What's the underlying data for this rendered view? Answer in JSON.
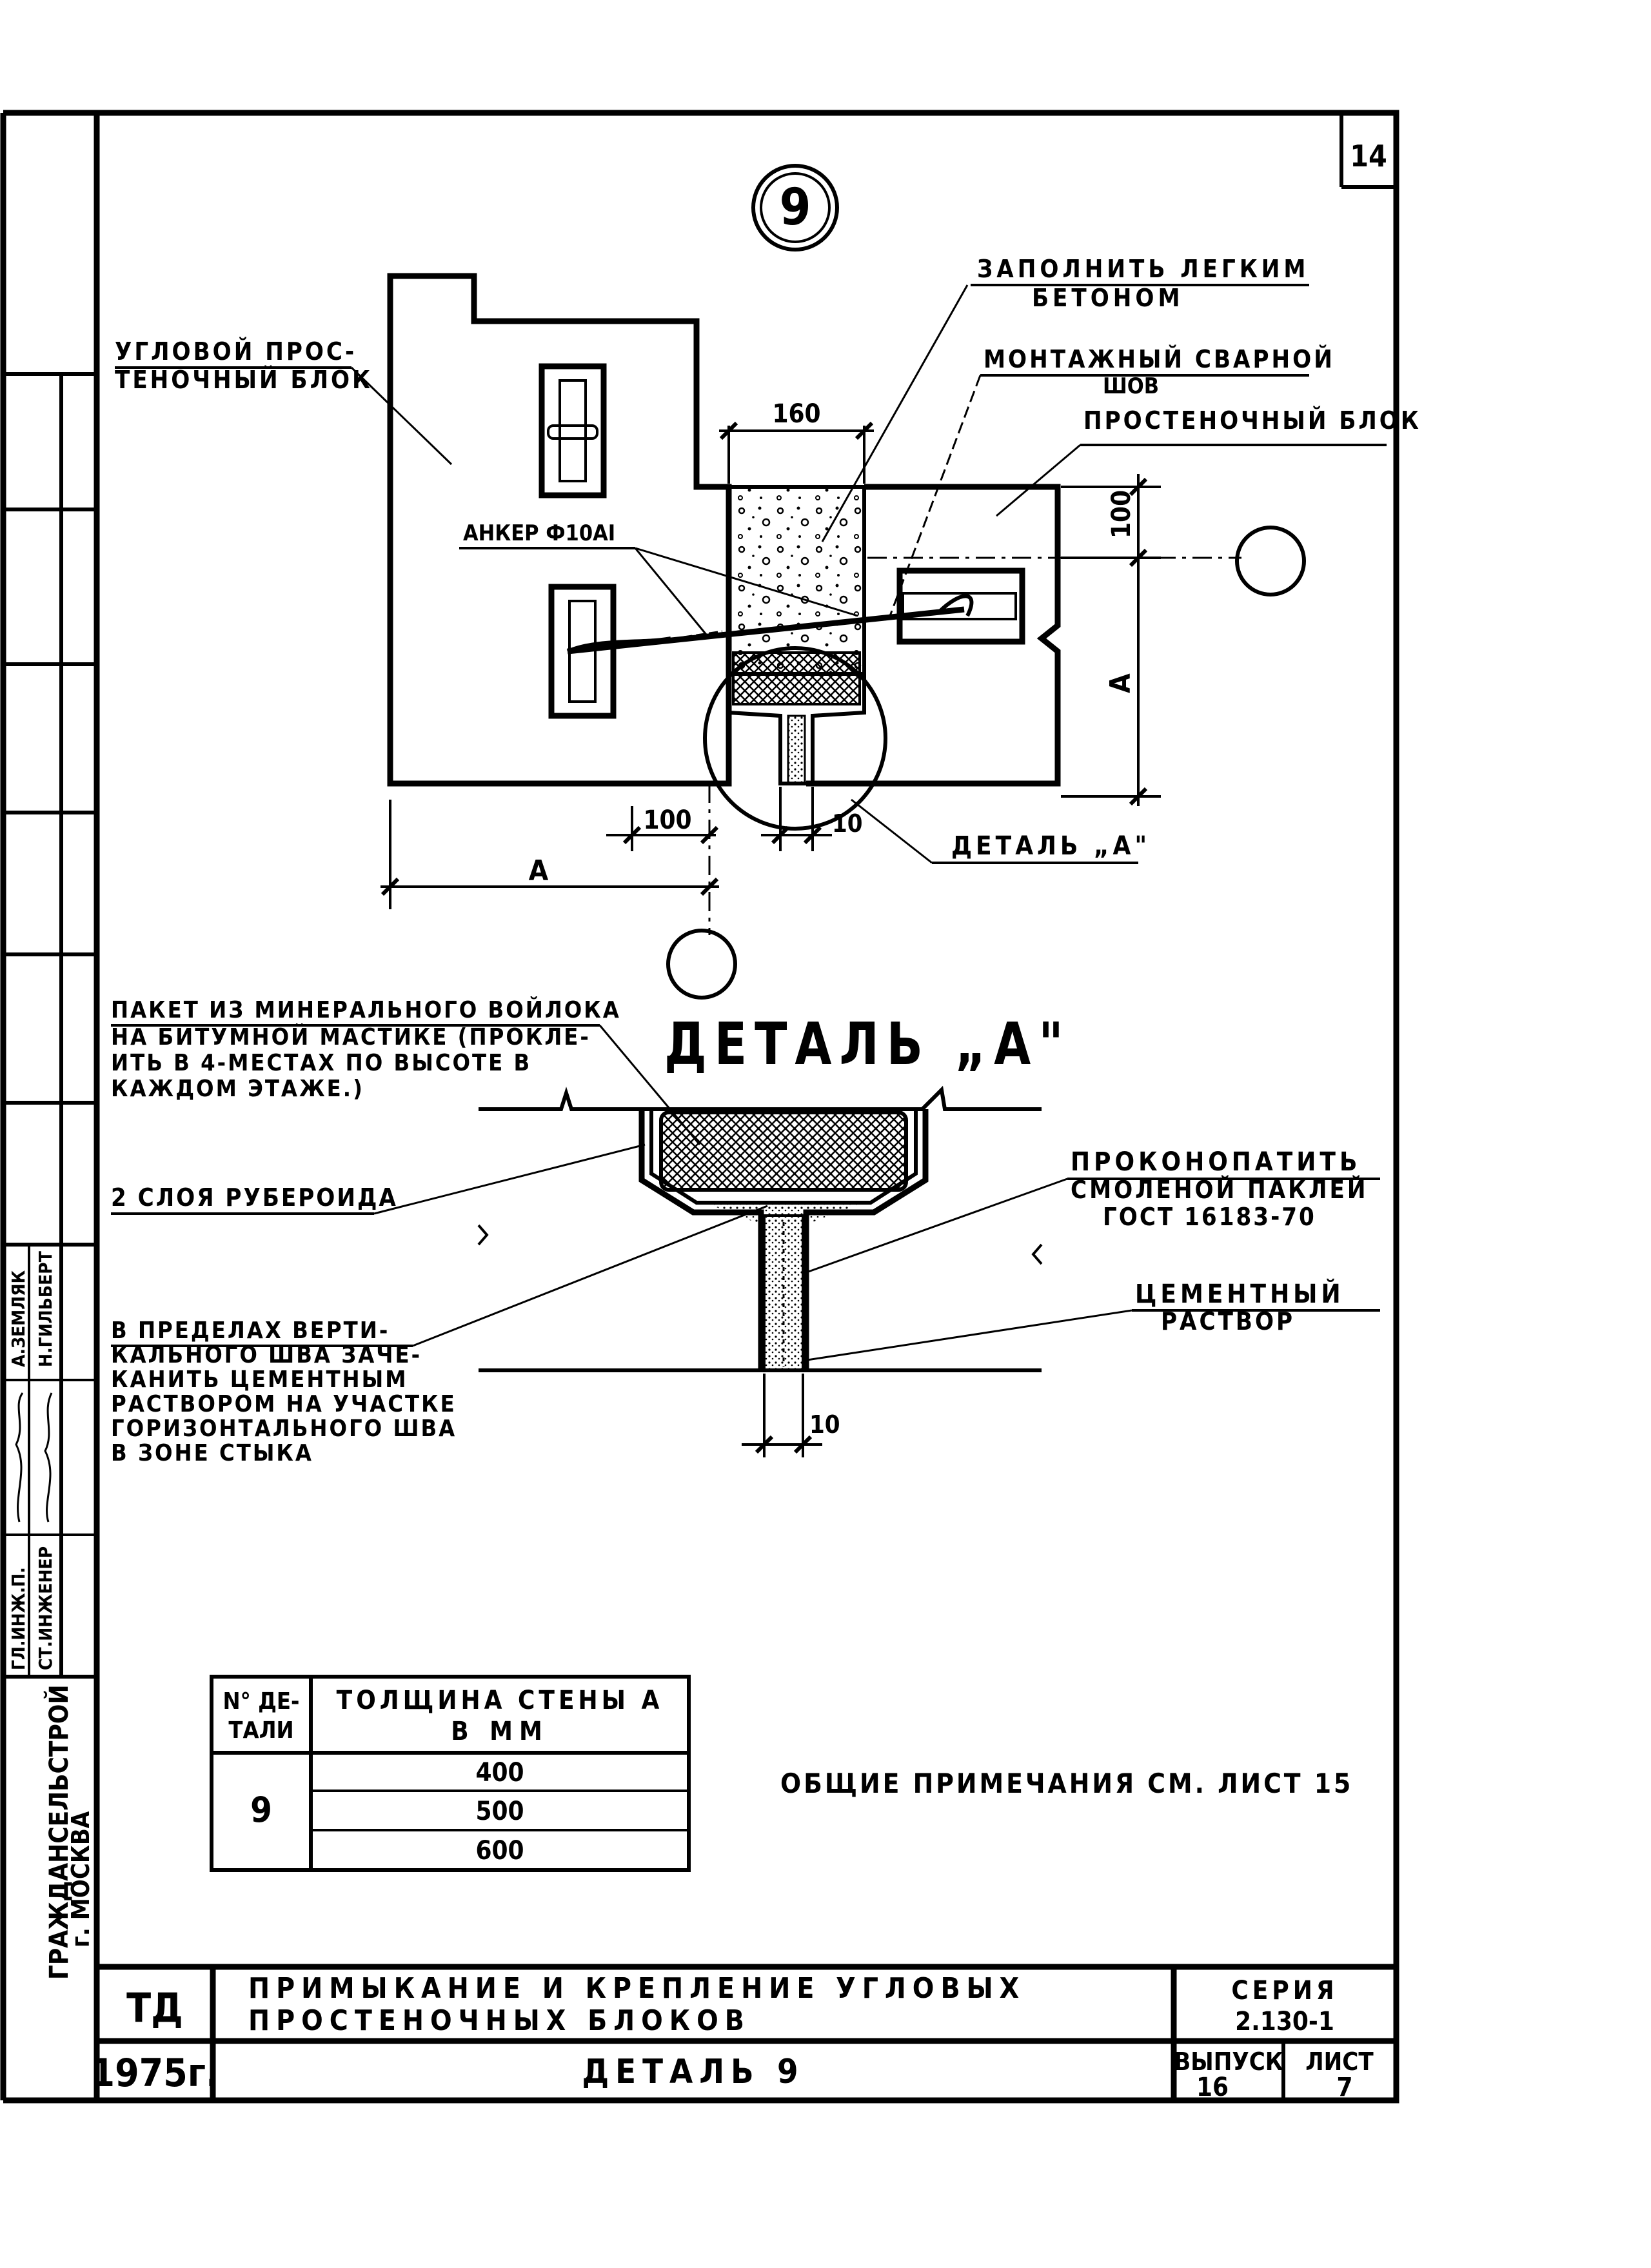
{
  "sheet_number": "14",
  "detail_mark": "9",
  "callouts": {
    "fill_concrete": [
      "ЗАПОЛНИТЬ ЛЕГКИМ",
      "БЕТОНОМ"
    ],
    "corner_block": [
      "УГЛОВОЙ ПРОС-",
      "ТЕНОЧНЫЙ БЛОК"
    ],
    "weld_seam": [
      "МОНТАЖНЫЙ СВАРНОЙ",
      "ШОВ"
    ],
    "pier_block": "ПРОСТЕНОЧНЫЙ БЛОК",
    "anchor": "АНКЕР Ф10АI",
    "detail_a_ref": "ДЕТАЛЬ „А\""
  },
  "dimensions": {
    "d160": "160",
    "d100_v": "100",
    "d100_h": "100",
    "d10_top": "10",
    "dA_v": "А",
    "dA_h": "А",
    "d10_bottom": "10"
  },
  "detail_a": {
    "title": "ДЕТАЛЬ „А\"",
    "mineral_wool": [
      "ПАКЕТ ИЗ МИНЕРАЛЬНОГО ВОЙЛОКА",
      "НА БИТУМНОЙ МАСТИКЕ (ПРОКЛЕ-",
      "ИТЬ В 4-МЕСТАХ ПО ВЫСОТЕ В",
      "КАЖДОМ ЭТАЖЕ.)"
    ],
    "ruberoid": "2 СЛОЯ РУБЕРОИДА",
    "caulk": [
      "ПРОКОНОПАТИТЬ",
      "СМОЛЕНОЙ ПАКЛЕЙ",
      "ГОСТ 16183-70"
    ],
    "mortar": [
      "ЦЕМЕНТНЫЙ",
      "РАСТВОР"
    ],
    "vertical_seam": [
      "В ПРЕДЕЛАХ ВЕРТИ-",
      "КАЛЬНОГО ШВА ЗАЧЕ-",
      "КАНИТЬ ЦЕМЕНТНЫМ",
      "РАСТВОРОМ НА УЧАСТКЕ",
      "ГОРИЗОНТАЛЬНОГО ШВА",
      "В ЗОНЕ СТЫКА"
    ]
  },
  "table": {
    "header_col1": [
      "N° ДЕ-",
      "ТАЛИ"
    ],
    "header_col2": [
      "ТОЛЩИНА СТЕНЫ А",
      "В ММ"
    ],
    "detail_no": "9",
    "values": [
      "400",
      "500",
      "600"
    ]
  },
  "note": "ОБЩИЕ ПРИМЕЧАНИЯ СМ. ЛИСТ 15",
  "title_block": {
    "org_code": "ТД",
    "title": [
      "ПРИМЫКАНИЕ И КРЕПЛЕНИЕ УГЛОВЫХ",
      "ПРОСТЕНОЧНЫХ БЛОКОВ"
    ],
    "series_label": "СЕРИЯ",
    "series_value": "2.130-1",
    "year": "1975г.",
    "sheet_title": "ДЕТАЛЬ 9",
    "issue_label": "ВЫПУСК",
    "issue_value": "16",
    "list_label": "ЛИСТ",
    "list_value": "7"
  },
  "side_stamp": {
    "org": [
      "ГРАЖДАНСЕЛЬСТРОЙ",
      "г. МОСКВА"
    ],
    "roles": [
      "ГЛ.ИНЖ.П.",
      "СТ.ИНЖЕНЕР"
    ],
    "names": [
      "А.ЗЕМЛЯК",
      "Н.ГИЛЬБЕРТ"
    ]
  }
}
